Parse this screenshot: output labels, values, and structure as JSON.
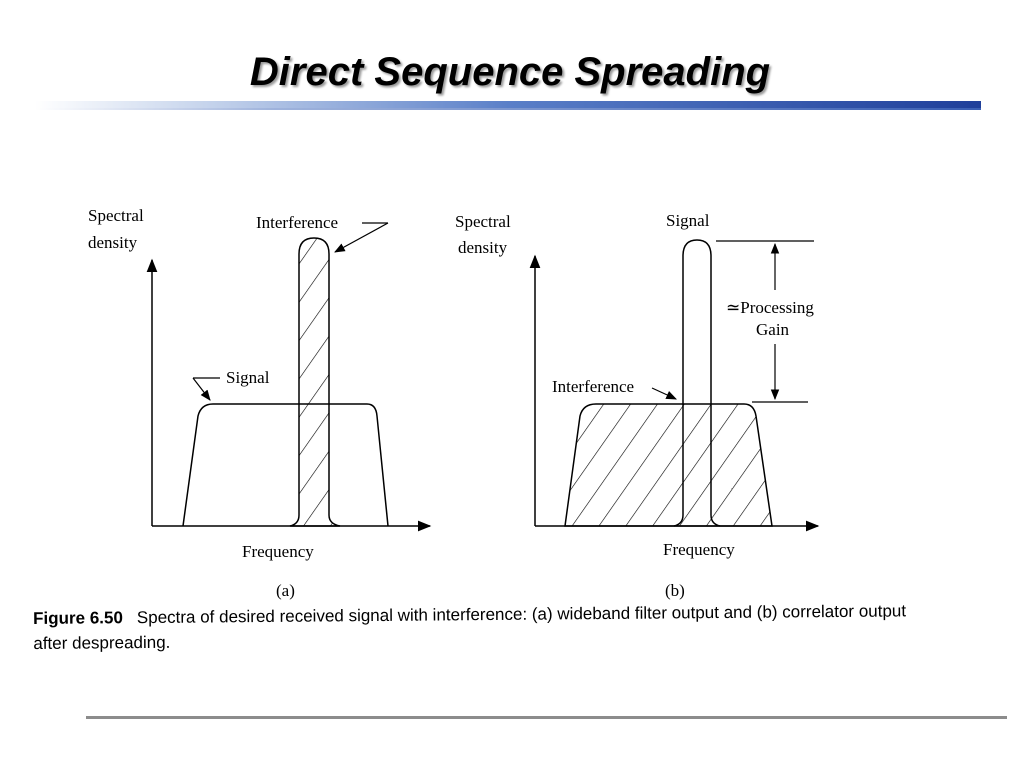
{
  "title": "Direct Sequence Spreading",
  "panel_a": {
    "y_axis_label_line1": "Spectral",
    "y_axis_label_line2": "density",
    "x_axis_label": "Frequency",
    "interference_label": "Interference",
    "signal_label": "Signal",
    "panel_tag": "(a)"
  },
  "panel_b": {
    "y_axis_label_line1": "Spectral",
    "y_axis_label_line2": "density",
    "x_axis_label": "Frequency",
    "signal_label": "Signal",
    "interference_label": "Interference",
    "gain_label_line1": "≃Processing",
    "gain_label_line2": "Gain",
    "panel_tag": "(b)"
  },
  "caption": {
    "label": "Figure 6.50",
    "text": "Spectra of desired received signal with interference: (a) wideband filter output and (b) correlator output after despreading."
  }
}
